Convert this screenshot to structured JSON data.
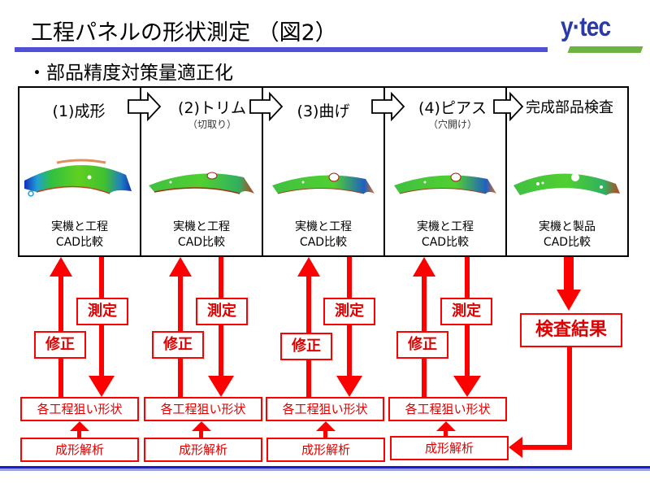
{
  "header": {
    "title": "工程パネルの形状測定 （図2）",
    "logo": "y·tec",
    "subtitle": "・部品精度対策量適正化"
  },
  "steps": [
    {
      "label": "(1)成形",
      "sub": "",
      "compare": [
        "実機と工程",
        "CAD比較"
      ],
      "image": "formed-panel-deviation-map"
    },
    {
      "label": "(2)トリム",
      "sub": "（切取り）",
      "compare": [
        "実機と工程",
        "CAD比較"
      ],
      "image": "trimmed-panel-deviation-map"
    },
    {
      "label": "(3)曲げ",
      "sub": "",
      "compare": [
        "実機と工程",
        "CAD比較"
      ],
      "image": "bent-panel-deviation-map"
    },
    {
      "label": "(4)ピアス",
      "sub": "（穴開け）",
      "compare": [
        "実機と工程",
        "CAD比較"
      ],
      "image": "pierced-panel-deviation-map"
    },
    {
      "label": "完成部品検査",
      "sub": "",
      "compare": [
        "実機と製品",
        "CAD比較"
      ],
      "image": "finished-part-deviation-map"
    }
  ],
  "loop": {
    "measure_label": "測定",
    "fix_label": "修正",
    "target_label": "各工程狙い形状",
    "analysis_label": "成形解析"
  },
  "result_label": "検査結果",
  "colors": {
    "flow_red": "#ff0000",
    "title_bar": "#4f4fd8",
    "logo_blue": "#2a3aa8",
    "logo_green": "#6cb33f",
    "bottom_line": "#1a1ad0"
  }
}
